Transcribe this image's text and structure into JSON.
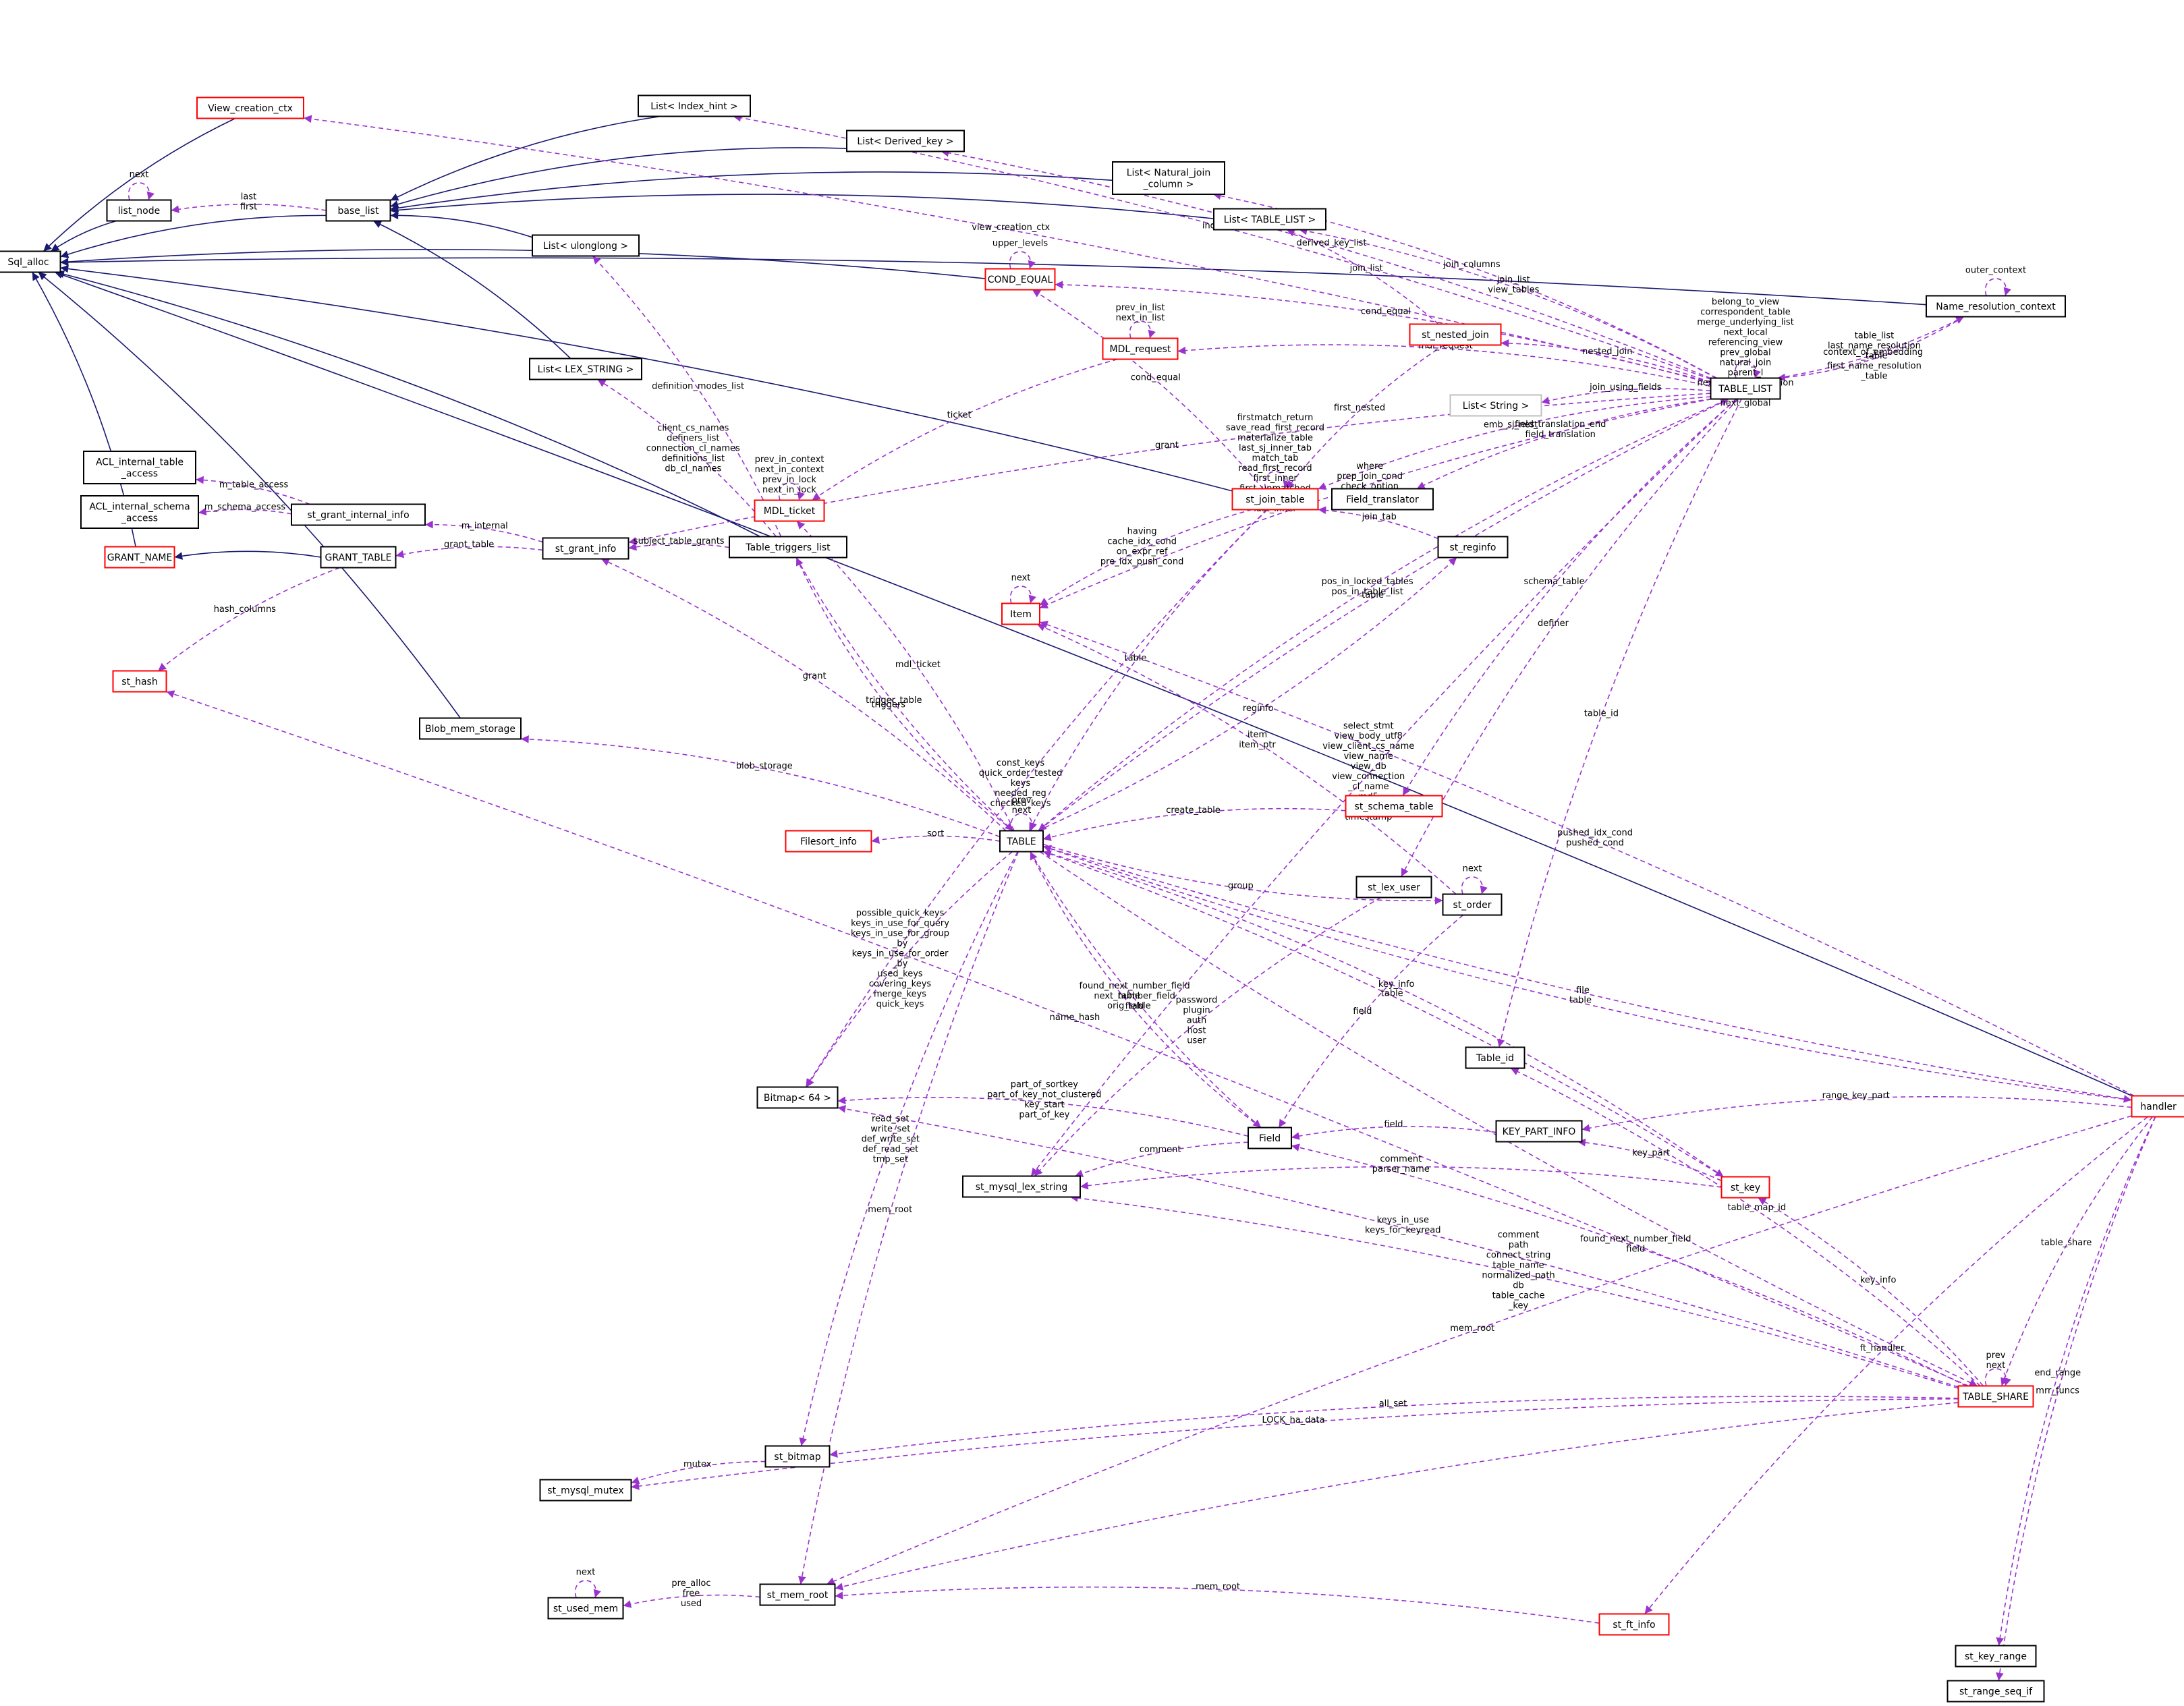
{
  "colors": {
    "background": "#ffffff",
    "normal_border": "#000000",
    "incomplete_border": "#ff0000",
    "undocumented_border": "#bfbfbf",
    "selected_fill": "#bfbfbf",
    "inheritance_edge": "#191970",
    "usage_edge": "#9a32cd"
  },
  "nodes": [
    {
      "id": "sql_alloc",
      "label": "Sql_alloc",
      "style": "normal"
    },
    {
      "id": "view_creation_ctx",
      "label": "View_creation_ctx",
      "style": "incomplete"
    },
    {
      "id": "list_index_hint",
      "label": "List< Index_hint >",
      "style": "normal"
    },
    {
      "id": "list_node",
      "label": "list_node",
      "style": "normal"
    },
    {
      "id": "base_list",
      "label": "base_list",
      "style": "normal"
    },
    {
      "id": "list_derived_key",
      "label": "List< Derived_key >",
      "style": "normal"
    },
    {
      "id": "list_natural_join",
      "label": "List< Natural_join\n_column >",
      "style": "normal"
    },
    {
      "id": "list_table_list",
      "label": "List< TABLE_LIST >",
      "style": "normal"
    },
    {
      "id": "list_ulonglong",
      "label": "List< ulonglong >",
      "style": "normal"
    },
    {
      "id": "cond_equal",
      "label": "COND_EQUAL",
      "style": "incomplete"
    },
    {
      "id": "mdl_request",
      "label": "MDL_request",
      "style": "incomplete"
    },
    {
      "id": "st_nested_join",
      "label": "st_nested_join",
      "style": "incomplete"
    },
    {
      "id": "name_resolution_context",
      "label": "Name_resolution_context",
      "style": "normal"
    },
    {
      "id": "table_list",
      "label": "TABLE_LIST",
      "style": "normal"
    },
    {
      "id": "list_lex_string",
      "label": "List< LEX_STRING >",
      "style": "normal"
    },
    {
      "id": "list_string",
      "label": "List< String >",
      "style": "undocumented"
    },
    {
      "id": "acl_internal_table_access",
      "label": "ACL_internal_table\n_access",
      "style": "normal"
    },
    {
      "id": "acl_internal_schema_access",
      "label": "ACL_internal_schema\n_access",
      "style": "normal"
    },
    {
      "id": "st_grant_internal_info",
      "label": "st_grant_internal_info",
      "style": "normal"
    },
    {
      "id": "mdl_ticket",
      "label": "MDL_ticket",
      "style": "incomplete"
    },
    {
      "id": "st_join_table",
      "label": "st_join_table",
      "style": "incomplete"
    },
    {
      "id": "field_translator",
      "label": "Field_translator",
      "style": "normal"
    },
    {
      "id": "grant_name",
      "label": "GRANT_NAME",
      "style": "incomplete"
    },
    {
      "id": "grant_table",
      "label": "GRANT_TABLE",
      "style": "normal"
    },
    {
      "id": "st_grant_info",
      "label": "st_grant_info",
      "style": "normal"
    },
    {
      "id": "table_triggers_list",
      "label": "Table_triggers_list",
      "style": "selected"
    },
    {
      "id": "st_reginfo",
      "label": "st_reginfo",
      "style": "normal"
    },
    {
      "id": "item",
      "label": "Item",
      "style": "incomplete"
    },
    {
      "id": "st_hash",
      "label": "st_hash",
      "style": "incomplete"
    },
    {
      "id": "blob_mem_storage",
      "label": "Blob_mem_storage",
      "style": "normal"
    },
    {
      "id": "st_schema_table",
      "label": "st_schema_table",
      "style": "incomplete"
    },
    {
      "id": "filesort_info",
      "label": "Filesort_info",
      "style": "incomplete"
    },
    {
      "id": "table",
      "label": "TABLE",
      "style": "normal"
    },
    {
      "id": "st_lex_user",
      "label": "st_lex_user",
      "style": "normal"
    },
    {
      "id": "st_order",
      "label": "st_order",
      "style": "normal"
    },
    {
      "id": "table_id",
      "label": "Table_id",
      "style": "normal"
    },
    {
      "id": "bitmap64",
      "label": "Bitmap< 64 >",
      "style": "normal"
    },
    {
      "id": "field",
      "label": "Field",
      "style": "normal"
    },
    {
      "id": "key_part_info",
      "label": "KEY_PART_INFO",
      "style": "normal"
    },
    {
      "id": "handler",
      "label": "handler",
      "style": "incomplete"
    },
    {
      "id": "st_key",
      "label": "st_key",
      "style": "incomplete"
    },
    {
      "id": "st_mysql_lex_string",
      "label": "st_mysql_lex_string",
      "style": "normal"
    },
    {
      "id": "table_share",
      "label": "TABLE_SHARE",
      "style": "incomplete"
    },
    {
      "id": "st_bitmap",
      "label": "st_bitmap",
      "style": "normal"
    },
    {
      "id": "st_mysql_mutex",
      "label": "st_mysql_mutex",
      "style": "normal"
    },
    {
      "id": "st_used_mem",
      "label": "st_used_mem",
      "style": "normal"
    },
    {
      "id": "st_mem_root",
      "label": "st_mem_root",
      "style": "normal"
    },
    {
      "id": "st_ft_info",
      "label": "st_ft_info",
      "style": "incomplete"
    },
    {
      "id": "st_key_range",
      "label": "st_key_range",
      "style": "normal"
    },
    {
      "id": "st_range_seq_if",
      "label": "st_range_seq_if",
      "style": "normal"
    }
  ],
  "edges": [
    {
      "from": "view_creation_ctx",
      "to": "sql_alloc",
      "kind": "inherit",
      "label": ""
    },
    {
      "from": "list_node",
      "to": "sql_alloc",
      "kind": "inherit",
      "label": ""
    },
    {
      "from": "base_list",
      "to": "sql_alloc",
      "kind": "inherit",
      "label": ""
    },
    {
      "from": "cond_equal",
      "to": "sql_alloc",
      "kind": "inherit",
      "label": ""
    },
    {
      "from": "st_join_table",
      "to": "sql_alloc",
      "kind": "inherit",
      "label": ""
    },
    {
      "from": "grant_name",
      "to": "sql_alloc",
      "kind": "inherit",
      "label": ""
    },
    {
      "from": "table_triggers_list",
      "to": "sql_alloc",
      "kind": "inherit",
      "label": ""
    },
    {
      "from": "blob_mem_storage",
      "to": "sql_alloc",
      "kind": "inherit",
      "label": ""
    },
    {
      "from": "handler",
      "to": "sql_alloc",
      "kind": "inherit",
      "label": ""
    },
    {
      "from": "name_resolution_context",
      "to": "sql_alloc",
      "kind": "inherit",
      "label": ""
    },
    {
      "from": "list_index_hint",
      "to": "base_list",
      "kind": "inherit",
      "label": ""
    },
    {
      "from": "list_derived_key",
      "to": "base_list",
      "kind": "inherit",
      "label": ""
    },
    {
      "from": "list_natural_join",
      "to": "base_list",
      "kind": "inherit",
      "label": ""
    },
    {
      "from": "list_table_list",
      "to": "base_list",
      "kind": "inherit",
      "label": ""
    },
    {
      "from": "list_ulonglong",
      "to": "base_list",
      "kind": "inherit",
      "label": ""
    },
    {
      "from": "list_lex_string",
      "to": "base_list",
      "kind": "inherit",
      "label": ""
    },
    {
      "from": "grant_table",
      "to": "grant_name",
      "kind": "inherit",
      "label": ""
    },
    {
      "from": "table_list",
      "to": "view_creation_ctx",
      "kind": "use",
      "label": "view_creation_ctx"
    },
    {
      "from": "table_list",
      "to": "list_index_hint",
      "kind": "use",
      "label": "index_hints"
    },
    {
      "from": "table_list",
      "to": "list_derived_key",
      "kind": "use",
      "label": "derived_key_list"
    },
    {
      "from": "table_list",
      "to": "list_natural_join",
      "kind": "use",
      "label": "join_columns"
    },
    {
      "from": "table_list",
      "to": "list_table_list",
      "kind": "use",
      "label": "join_list\nview_tables"
    },
    {
      "from": "st_nested_join",
      "to": "list_table_list",
      "kind": "use",
      "label": "join_list"
    },
    {
      "from": "table_list",
      "to": "cond_equal",
      "kind": "use",
      "label": "cond_equal"
    },
    {
      "from": "st_join_table",
      "to": "cond_equal",
      "kind": "use",
      "label": "cond_equal"
    },
    {
      "from": "table_list",
      "to": "mdl_request",
      "kind": "use",
      "label": "mdl_request"
    },
    {
      "from": "table_list",
      "to": "st_nested_join",
      "kind": "use",
      "label": "nested_join"
    },
    {
      "from": "table_list",
      "to": "name_resolution_context",
      "kind": "use",
      "label": "context_of_embedding"
    },
    {
      "from": "name_resolution_context",
      "to": "table_list",
      "kind": "use",
      "label": "table_list\nlast_name_resolution\n_table\nfirst_name_resolution\n_table"
    },
    {
      "from": "table_list",
      "to": "list_string",
      "kind": "use",
      "label": "join_using_fields"
    },
    {
      "from": "table_list",
      "to": "st_join_table",
      "kind": "use",
      "label": "emb_sj_nest"
    },
    {
      "from": "table_list",
      "to": "field_translator",
      "kind": "use",
      "label": "field_translation_end\nfield_translation"
    },
    {
      "from": "table_list",
      "to": "st_grant_info",
      "kind": "use",
      "label": "grant"
    },
    {
      "from": "table_list",
      "to": "item",
      "kind": "use",
      "label": "where\nprep_join_cond\ncheck_option\nsj_on_expr"
    },
    {
      "from": "table_list",
      "to": "table",
      "kind": "use",
      "label": "table"
    },
    {
      "from": "table_list",
      "to": "st_lex_user",
      "kind": "use",
      "label": "definer"
    },
    {
      "from": "table_list",
      "to": "st_mysql_lex_string",
      "kind": "use",
      "label": "select_stmt\nview_body_utf8\nview_client_cs_name\nview_name\nview_db\nview_connection\n_cl_name\nmd5\nsource\ntimestamp"
    },
    {
      "from": "table_list",
      "to": "table_id",
      "kind": "use",
      "label": "table_id"
    },
    {
      "from": "table_list",
      "to": "st_schema_table",
      "kind": "use",
      "label": "schema_table"
    },
    {
      "from": "st_nested_join",
      "to": "st_join_table",
      "kind": "use",
      "label": "first_nested"
    },
    {
      "from": "table_triggers_list",
      "to": "list_ulonglong",
      "kind": "use",
      "label": "definition_modes_list"
    },
    {
      "from": "table_triggers_list",
      "to": "list_lex_string",
      "kind": "use",
      "label": "client_cs_names\ndefiners_list\nconnection_cl_names\ndefinitions_list\ndb_cl_names"
    },
    {
      "from": "table_triggers_list",
      "to": "st_grant_info",
      "kind": "use",
      "label": "subject_table_grants"
    },
    {
      "from": "table_triggers_list",
      "to": "table",
      "kind": "use",
      "label": "trigger_table"
    },
    {
      "from": "table",
      "to": "table_triggers_list",
      "kind": "use",
      "label": "triggers"
    },
    {
      "from": "st_grant_internal_info",
      "to": "acl_internal_table_access",
      "kind": "use",
      "label": "m_table_access"
    },
    {
      "from": "st_grant_internal_info",
      "to": "acl_internal_schema_access",
      "kind": "use",
      "label": "m_schema_access"
    },
    {
      "from": "st_grant_info",
      "to": "st_grant_internal_info",
      "kind": "use",
      "label": "m_internal"
    },
    {
      "from": "st_grant_info",
      "to": "grant_table",
      "kind": "use",
      "label": "grant_table"
    },
    {
      "from": "table",
      "to": "st_grant_info",
      "kind": "use",
      "label": "grant"
    },
    {
      "from": "mdl_request",
      "to": "mdl_ticket",
      "kind": "use",
      "label": "ticket"
    },
    {
      "from": "table",
      "to": "mdl_ticket",
      "kind": "use",
      "label": "mdl_ticket"
    },
    {
      "from": "st_join_table",
      "to": "st_join_table",
      "kind": "use",
      "label": "firstmatch_return\nsave_read_first_record\nmaterialize_table\nlast_sj_inner_tab\nmatch_tab\nread_first_record\nfirst_inner\nfirst_unmatched\nfirst_upper\nlast_inner"
    },
    {
      "from": "st_join_table",
      "to": "bitmap64",
      "kind": "use",
      "label": "const_keys\nquick_order_tested\nkeys\nneeded_reg\nchecked_keys"
    },
    {
      "from": "st_join_table",
      "to": "item",
      "kind": "use",
      "label": "having\ncache_idx_cond\non_expr_ref\npre_idx_push_cond"
    },
    {
      "from": "st_join_table",
      "to": "table",
      "kind": "use",
      "label": "table"
    },
    {
      "from": "st_reginfo",
      "to": "st_join_table",
      "kind": "use",
      "label": "join_tab"
    },
    {
      "from": "table",
      "to": "st_reginfo",
      "kind": "use",
      "label": "reginfo"
    },
    {
      "from": "grant_table",
      "to": "st_hash",
      "kind": "use",
      "label": "hash_columns"
    },
    {
      "from": "table",
      "to": "blob_mem_storage",
      "kind": "use",
      "label": "blob_storage"
    },
    {
      "from": "table",
      "to": "filesort_info",
      "kind": "use",
      "label": "sort"
    },
    {
      "from": "st_schema_table",
      "to": "table",
      "kind": "use",
      "label": "create_table"
    },
    {
      "from": "table",
      "to": "table",
      "kind": "use",
      "label": "prev\nnext"
    },
    {
      "from": "table",
      "to": "bitmap64",
      "kind": "use",
      "label": "possible_quick_keys\nkeys_in_use_for_query\nkeys_in_use_for_group\n_by\nkeys_in_use_for_order\n_by\nused_keys\ncovering_keys\nmerge_keys\nquick_keys"
    },
    {
      "from": "table",
      "to": "st_bitmap",
      "kind": "use",
      "label": "read_set\nwrite_set\ndef_write_set\ndef_read_set\ntmp_set"
    },
    {
      "from": "table",
      "to": "st_order",
      "kind": "use",
      "label": "group"
    },
    {
      "from": "st_order",
      "to": "st_order",
      "kind": "use",
      "label": "next"
    },
    {
      "from": "st_order",
      "to": "item",
      "kind": "use",
      "label": "item\nitem_ptr"
    },
    {
      "from": "st_order",
      "to": "field",
      "kind": "use",
      "label": "field"
    },
    {
      "from": "table",
      "to": "field",
      "kind": "use",
      "label": "found_next_number_field\nnext_number_field\nfield"
    },
    {
      "from": "field",
      "to": "table",
      "kind": "use",
      "label": "table\norig_table"
    },
    {
      "from": "field",
      "to": "bitmap64",
      "kind": "use",
      "label": "part_of_sortkey\npart_of_key_not_clustered\nkey_start\npart_of_key"
    },
    {
      "from": "field",
      "to": "st_mysql_lex_string",
      "kind": "use",
      "label": "comment"
    },
    {
      "from": "st_lex_user",
      "to": "st_mysql_lex_string",
      "kind": "use",
      "label": "password\nplugin\nauth\nhost\nuser"
    },
    {
      "from": "key_part_info",
      "to": "field",
      "kind": "use",
      "label": "field"
    },
    {
      "from": "st_key",
      "to": "key_part_info",
      "kind": "use",
      "label": "key_part"
    },
    {
      "from": "st_key",
      "to": "table",
      "kind": "use",
      "label": "table"
    },
    {
      "from": "st_key",
      "to": "st_mysql_lex_string",
      "kind": "use",
      "label": "comment\nparser_name"
    },
    {
      "from": "table",
      "to": "st_key",
      "kind": "use",
      "label": "key_info"
    },
    {
      "from": "table",
      "to": "table_share",
      "kind": "use",
      "label": "s"
    },
    {
      "from": "table",
      "to": "st_mem_root",
      "kind": "use",
      "label": "mem_root"
    },
    {
      "from": "table",
      "to": "handler",
      "kind": "use",
      "label": "file"
    },
    {
      "from": "handler",
      "to": "table",
      "kind": "use",
      "label": "table"
    },
    {
      "from": "handler",
      "to": "key_part_info",
      "kind": "use",
      "label": "range_key_part"
    },
    {
      "from": "handler",
      "to": "item",
      "kind": "use",
      "label": "pushed_idx_cond\npushed_cond"
    },
    {
      "from": "handler",
      "to": "table_share",
      "kind": "use",
      "label": "table_share"
    },
    {
      "from": "handler",
      "to": "st_ft_info",
      "kind": "use",
      "label": "ft_handler"
    },
    {
      "from": "handler",
      "to": "st_key_range",
      "kind": "use",
      "label": "end_range"
    },
    {
      "from": "handler",
      "to": "st_range_seq_if",
      "kind": "use",
      "label": "mrr_funcs"
    },
    {
      "from": "handler",
      "to": "st_mem_root",
      "kind": "use",
      "label": "mem_root"
    },
    {
      "from": "table_share",
      "to": "table_share",
      "kind": "use",
      "label": "prev\nnext"
    },
    {
      "from": "table_share",
      "to": "table_id",
      "kind": "use",
      "label": "table_map_id"
    },
    {
      "from": "table_share",
      "to": "st_key",
      "kind": "use",
      "label": "key_info"
    },
    {
      "from": "table_share",
      "to": "field",
      "kind": "use",
      "label": "found_next_number_field\nfield"
    },
    {
      "from": "table_share",
      "to": "st_mysql_lex_string",
      "kind": "use",
      "label": "comment\npath\nconnect_string\ntable_name\nnormalized_path\ndb\ntable_cache\n_key"
    },
    {
      "from": "table_share",
      "to": "bitmap64",
      "kind": "use",
      "label": "keys_in_use\nkeys_for_keyread"
    },
    {
      "from": "table_share",
      "to": "st_bitmap",
      "kind": "use",
      "label": "all_set"
    },
    {
      "from": "table_share",
      "to": "st_mysql_mutex",
      "kind": "use",
      "label": "LOCK_ha_data"
    },
    {
      "from": "table_share",
      "to": "st_hash",
      "kind": "use",
      "label": "name_hash"
    },
    {
      "from": "table_share",
      "to": "st_mem_root",
      "kind": "use",
      "label": ""
    },
    {
      "from": "st_bitmap",
      "to": "st_mysql_mutex",
      "kind": "use",
      "label": "mutex"
    },
    {
      "from": "st_mem_root",
      "to": "st_used_mem",
      "kind": "use",
      "label": "pre_alloc\nfree\nused"
    },
    {
      "from": "st_used_mem",
      "to": "st_used_mem",
      "kind": "use",
      "label": "next"
    },
    {
      "from": "st_ft_info",
      "to": "st_mem_root",
      "kind": "use",
      "label": "mem_root"
    },
    {
      "from": "list_node",
      "to": "list_node",
      "kind": "use",
      "label": "next"
    },
    {
      "from": "base_list",
      "to": "list_node",
      "kind": "use",
      "label": "last\nfirst"
    },
    {
      "from": "cond_equal",
      "to": "cond_equal",
      "kind": "use",
      "label": "upper_levels"
    },
    {
      "from": "mdl_request",
      "to": "mdl_request",
      "kind": "use",
      "label": "prev_in_list\nnext_in_list"
    },
    {
      "from": "mdl_ticket",
      "to": "mdl_ticket",
      "kind": "use",
      "label": "prev_in_context\nnext_in_context\nprev_in_lock\nnext_in_lock"
    },
    {
      "from": "item",
      "to": "item",
      "kind": "use",
      "label": "next"
    },
    {
      "from": "name_resolution_context",
      "to": "name_resolution_context",
      "kind": "use",
      "label": "outer_context"
    },
    {
      "from": "table_list",
      "to": "table_list",
      "kind": "use",
      "label": "belong_to_view\ncorrespondent_table\nmerge_underlying_list\nnext_local\nreferencing_view\nprev_global\nnatural_join\nparent_l\nnext_name_resolution\ntable\nnext_global"
    },
    {
      "from": "table",
      "to": "table_list",
      "kind": "use",
      "label": "pos_in_locked_tables\npos_in_table_list"
    }
  ]
}
